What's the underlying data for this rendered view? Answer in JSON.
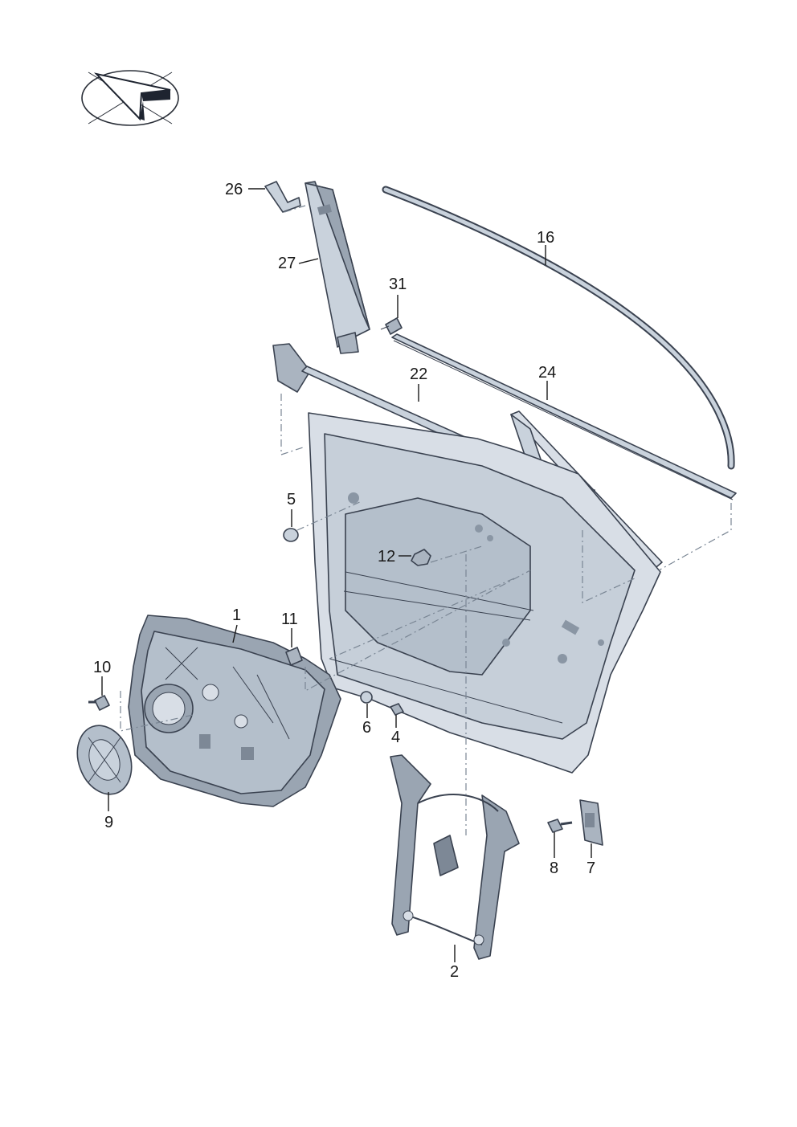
{
  "diagram": {
    "callouts": [
      {
        "id": "c1",
        "label": "1"
      },
      {
        "id": "c2",
        "label": "2"
      },
      {
        "id": "c4",
        "label": "4"
      },
      {
        "id": "c5",
        "label": "5"
      },
      {
        "id": "c6",
        "label": "6"
      },
      {
        "id": "c7",
        "label": "7"
      },
      {
        "id": "c8",
        "label": "8"
      },
      {
        "id": "c9",
        "label": "9"
      },
      {
        "id": "c10",
        "label": "10"
      },
      {
        "id": "c11",
        "label": "11"
      },
      {
        "id": "c12",
        "label": "12"
      },
      {
        "id": "c16",
        "label": "16"
      },
      {
        "id": "c22",
        "label": "22"
      },
      {
        "id": "c24",
        "label": "24"
      },
      {
        "id": "c26",
        "label": "26"
      },
      {
        "id": "c27",
        "label": "27"
      },
      {
        "id": "c31",
        "label": "31"
      }
    ],
    "colors": {
      "part_fill": "#c9d2dc",
      "part_dark": "#7d8896",
      "panel_fill": "#d8dee6",
      "outline": "#3a4250",
      "leader": "#1a1a1a"
    },
    "icons": [
      "view-direction-icon"
    ]
  }
}
